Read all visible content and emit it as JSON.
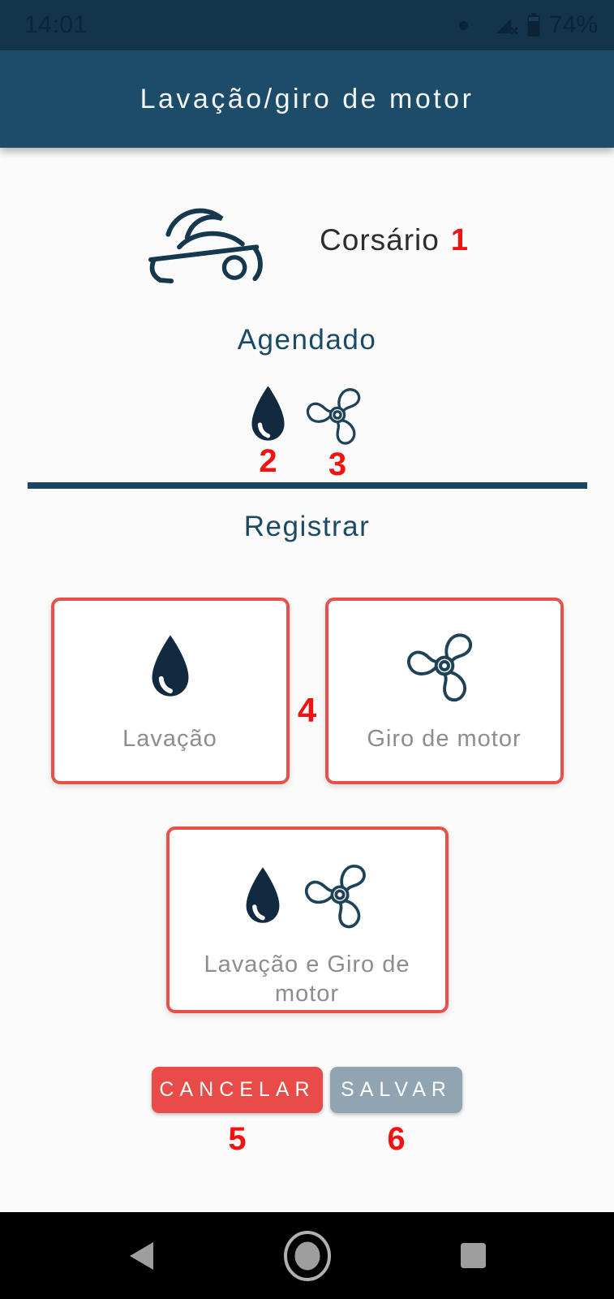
{
  "status_bar": {
    "time": "14:01",
    "battery_percent": "74%"
  },
  "app_bar": {
    "title": "Lavação/giro de motor"
  },
  "vessel": {
    "name": "Corsário",
    "annotation": "1"
  },
  "scheduled": {
    "title": "Agendado",
    "icons": [
      {
        "name": "water-drop",
        "annotation": "2"
      },
      {
        "name": "propeller",
        "annotation": "3"
      }
    ]
  },
  "register": {
    "title": "Registrar",
    "annotation": "4",
    "options": [
      {
        "label": "Lavação",
        "icons": [
          "water-drop"
        ]
      },
      {
        "label": "Giro de motor",
        "icons": [
          "propeller"
        ]
      },
      {
        "label": "Lavação e Giro de motor",
        "icons": [
          "water-drop",
          "propeller"
        ]
      }
    ]
  },
  "actions": {
    "cancel": {
      "label": "CANCELAR",
      "annotation": "5"
    },
    "save": {
      "label": "SALVAR",
      "annotation": "6"
    }
  },
  "nav_bar": {
    "buttons": [
      "back",
      "home",
      "recents"
    ]
  },
  "colors": {
    "status_bar_bg": "#14344c",
    "app_bar_bg": "#1d4c68",
    "heading_navy": "#1b4a66",
    "icon_navy": "#112a3f",
    "divider_navy": "#1b4560",
    "card_border_red": "#e9504a",
    "annotation_red": "#f21212",
    "cancel_button_bg": "#e94b49",
    "save_button_bg": "#91a4b1",
    "label_gray": "#8d8d8d"
  }
}
